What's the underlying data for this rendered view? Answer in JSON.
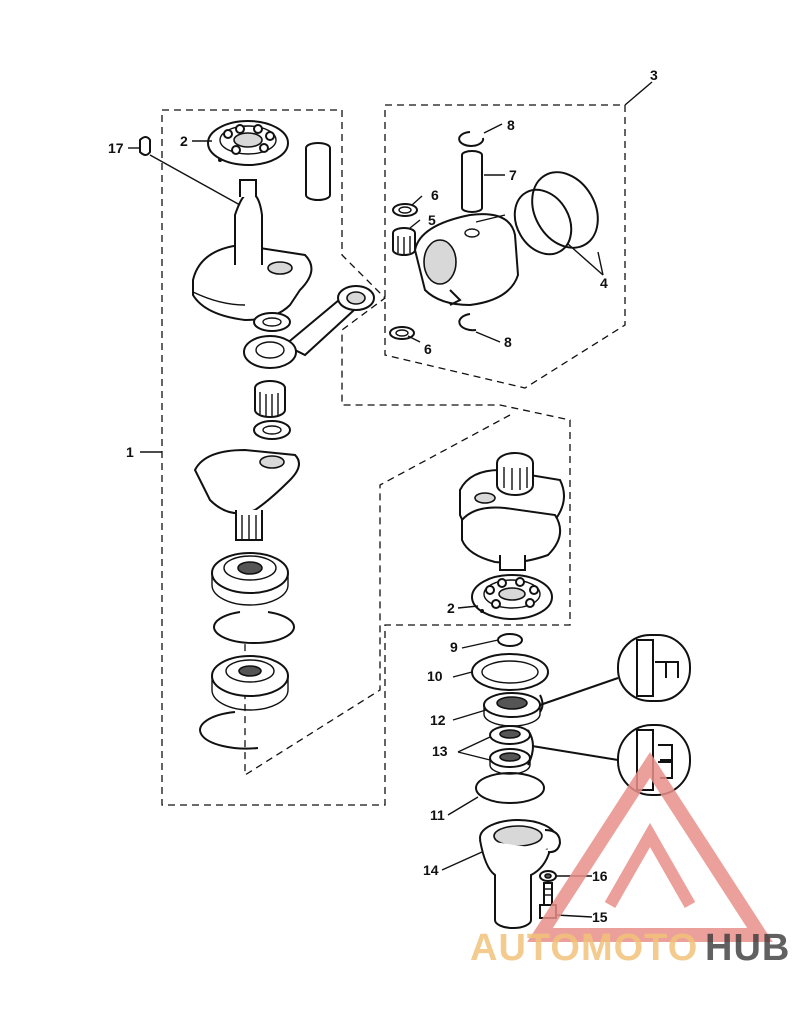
{
  "callouts": {
    "c1": "1",
    "c2a": "2",
    "c2b": "2",
    "c3": "3",
    "c4": "4",
    "c5": "5",
    "c6a": "6",
    "c6b": "6",
    "c7": "7",
    "c8a": "8",
    "c8b": "8",
    "c9": "9",
    "c10": "10",
    "c11": "11",
    "c12": "12",
    "c13": "13",
    "c14": "14",
    "c15": "15",
    "c16": "16",
    "c17": "17"
  },
  "watermark": {
    "part1": "AUTOMOTO",
    "part2": "HUB",
    "color_primary": "#e9908a",
    "color_secondary": "#f2c27a",
    "color_dark": "#3a3a3a"
  }
}
